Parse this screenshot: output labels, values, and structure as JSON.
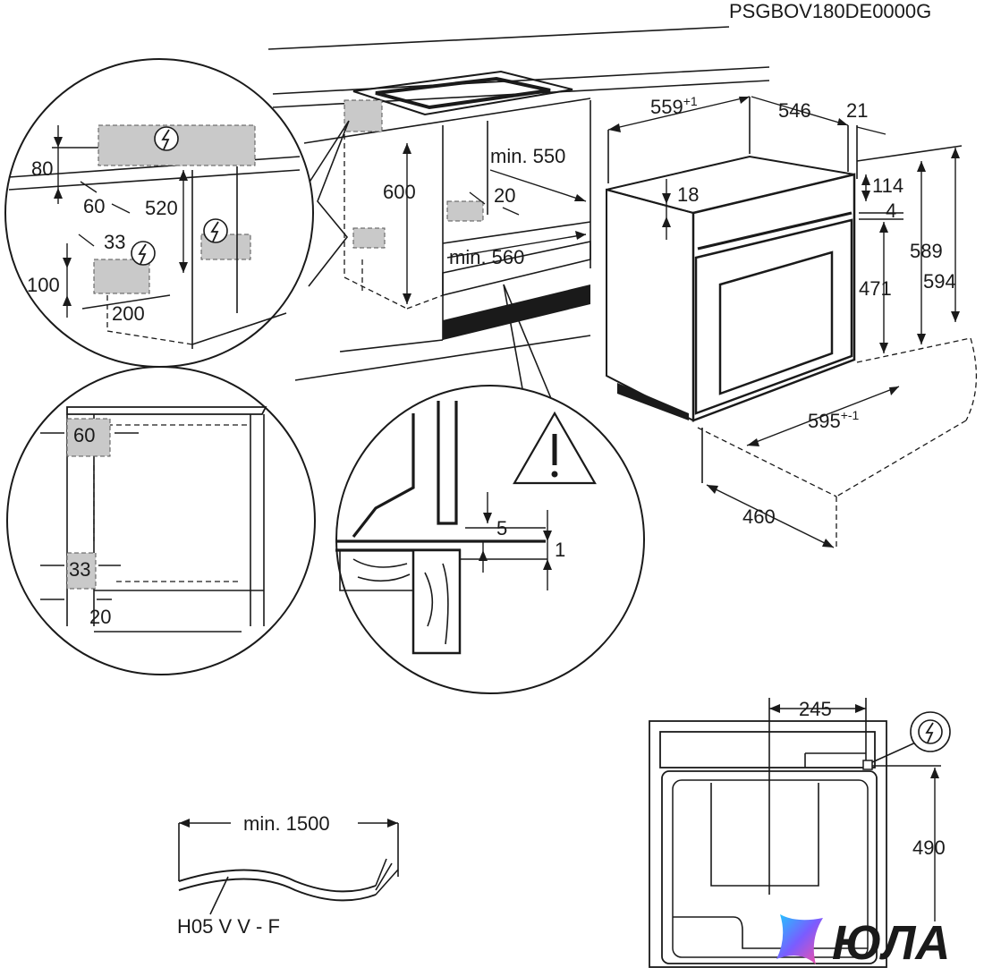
{
  "header": {
    "model_code": "PSGBOV180DE0000G"
  },
  "oven_dims": {
    "depth_top": "559",
    "depth_top_tol": "+1",
    "depth_body": "546",
    "front_thick": "21",
    "d114": "114",
    "d4": "4",
    "d18": "18",
    "d471": "471",
    "d589": "589",
    "d594": "594",
    "width": "595",
    "width_tol": "+-1",
    "depth_bottom": "460"
  },
  "niche_dims": {
    "min_550": "min. 550",
    "min_560": "min. 560",
    "d600": "600",
    "d20": "20"
  },
  "detail_top_left": {
    "d80": "80",
    "d60": "60",
    "d520": "520",
    "d33": "33",
    "d100": "100",
    "d200": "200"
  },
  "detail_left": {
    "d60": "60",
    "d33": "33",
    "d20": "20"
  },
  "detail_middle": {
    "d5": "5",
    "d1": "1"
  },
  "cable": {
    "length": "min. 1500",
    "type": "H05 V V - F"
  },
  "rear_view": {
    "d245": "245",
    "d490": "490"
  },
  "watermark": {
    "text": "ЮЛА"
  },
  "icons": [
    "electrical-connection-icon",
    "warning-triangle-icon",
    "yula-logo-icon"
  ]
}
